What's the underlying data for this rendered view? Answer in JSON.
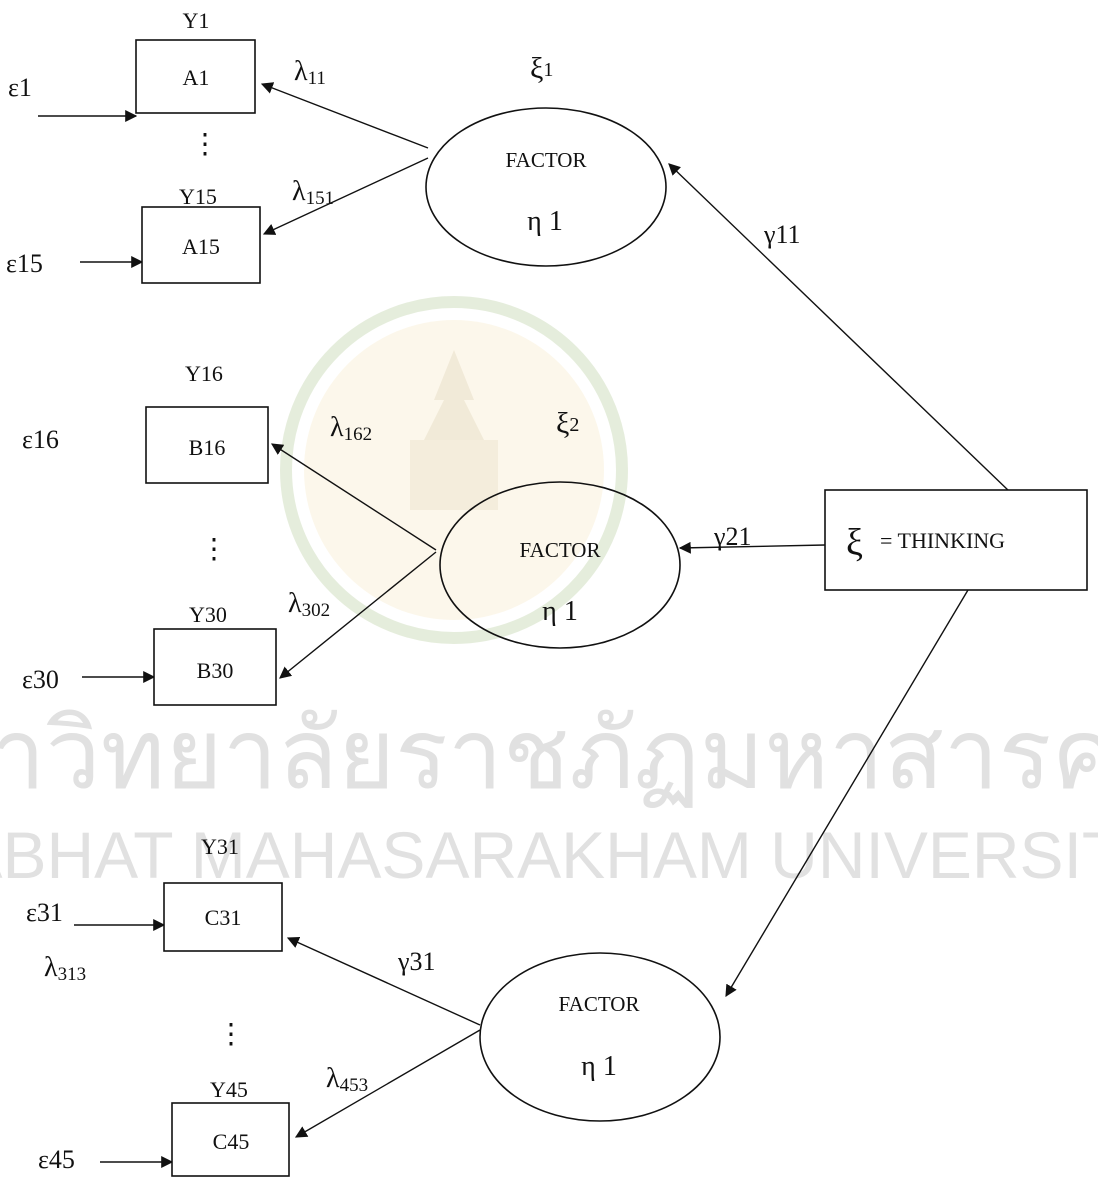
{
  "watermark": {
    "thai_text": "มหาวิทยาลัยราชภัฏมหาสารคาม",
    "english_text": "RAJABHAT MAHASARAKHAM UNIVERSITY",
    "color": "#c8c8c8",
    "seal_color_outer": "#7aa34a",
    "seal_color_inner": "#e6b43a"
  },
  "exogenous": {
    "symbol": "ξ",
    "label": "= THINKING"
  },
  "factors": [
    {
      "xi": "ξ",
      "xi_sub": "1",
      "label": "FACTOR",
      "eta": "η 1",
      "gamma": "γ11"
    },
    {
      "xi": "ξ",
      "xi_sub": "2",
      "label": "FACTOR",
      "eta": "η 1",
      "gamma": "γ21"
    },
    {
      "label": "FACTOR",
      "eta": "η 1",
      "gamma": "γ31"
    }
  ],
  "indicators": [
    {
      "y": "Y1",
      "box": "A1",
      "err": "ε1",
      "lam": "λ",
      "lam_sub": "11"
    },
    {
      "y": "Y15",
      "box": "A15",
      "err": "ε15",
      "lam": "λ",
      "lam_sub": "151"
    },
    {
      "y": "Y16",
      "box": "B16",
      "err": "ε16",
      "lam": "λ",
      "lam_sub": "162"
    },
    {
      "y": "Y30",
      "box": "B30",
      "err": "ε30",
      "lam": "λ",
      "lam_sub": "302"
    },
    {
      "y": "Y31",
      "box": "C31",
      "err": "ε31",
      "lam": "λ",
      "lam_sub": "313"
    },
    {
      "y": "Y45",
      "box": "C45",
      "err": "ε45",
      "lam": "λ",
      "lam_sub": "453"
    }
  ],
  "ellipsis": "⋮"
}
